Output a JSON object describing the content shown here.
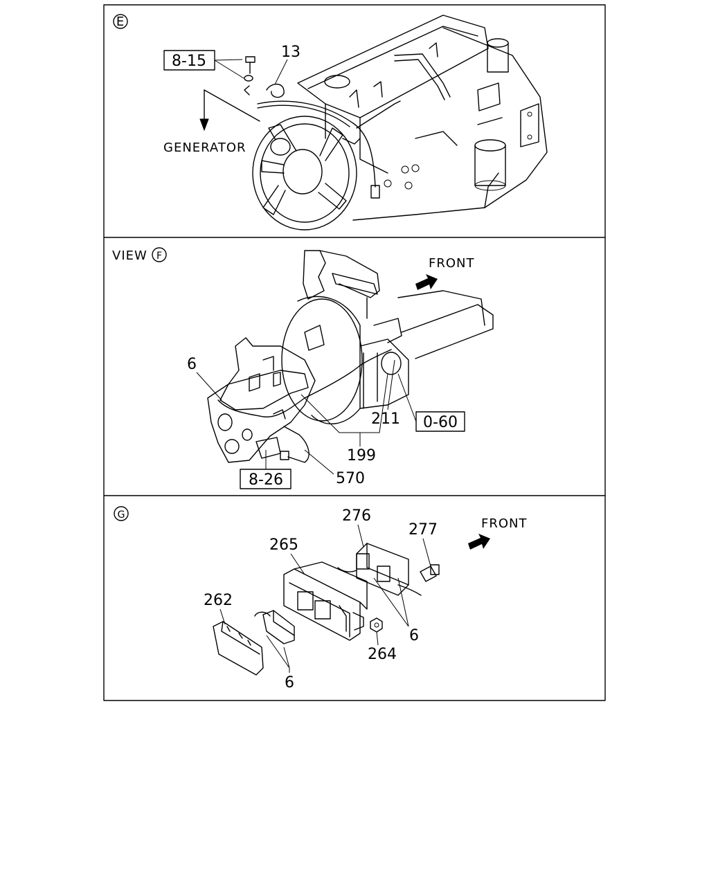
{
  "panels": {
    "e": {
      "marker": "E",
      "labels": {
        "ref_8_15": "8-15",
        "p13": "13",
        "generator": "GENERATOR"
      }
    },
    "f": {
      "view_text": "VIEW",
      "marker": "F",
      "labels": {
        "front": "FRONT",
        "p6": "6",
        "p211": "211",
        "ref_0_60": "0-60",
        "p199": "199",
        "p570": "570",
        "ref_8_26": "8-26"
      }
    },
    "g": {
      "marker": "G",
      "labels": {
        "p276": "276",
        "p277": "277",
        "front": "FRONT",
        "p265": "265",
        "p262": "262",
        "p6a": "6",
        "p264": "264",
        "p6b": "6"
      }
    }
  }
}
